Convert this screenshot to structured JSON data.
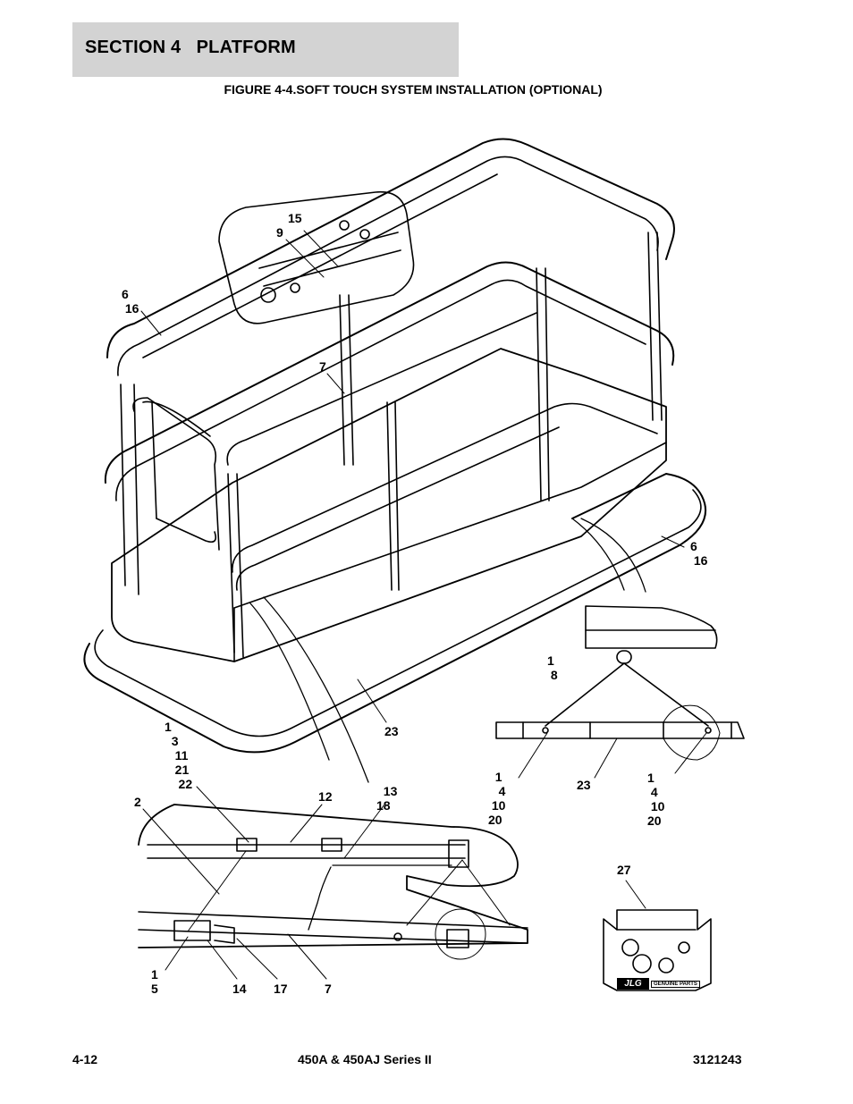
{
  "header": {
    "section_title": "SECTION 4   PLATFORM",
    "figure_title": "FIGURE 4-4.SOFT TOUCH SYSTEM INSTALLATION (OPTIONAL)"
  },
  "callouts": {
    "c_15": "15",
    "c_9": "9",
    "c_6_16_left": "6\n 16",
    "c_7_top": "7",
    "c_6_16_right": "6\n 16",
    "c_1_8": "1\n 8",
    "c_1_3_11_21_22": "1\n  3\n   11\n   21\n    22",
    "c_23_main": "23",
    "c_2": "2",
    "c_12": "12",
    "c_13_18": "  13\n18",
    "c_1_4_10_20_left": "  1\n   4\n 10\n20",
    "c_23_bar": "23",
    "c_1_4_10_20_right": "1\n 4\n 10\n20",
    "c_27": "27",
    "c_1_5": "1\n5",
    "c_14": "14",
    "c_17": "17",
    "c_7_bottom": "7"
  },
  "kit_box": {
    "logo_text": "JLG",
    "label": "GENUINE PARTS"
  },
  "footer": {
    "page_number": "4-12",
    "model": "450A & 450AJ Series II",
    "doc_number": "3121243"
  }
}
